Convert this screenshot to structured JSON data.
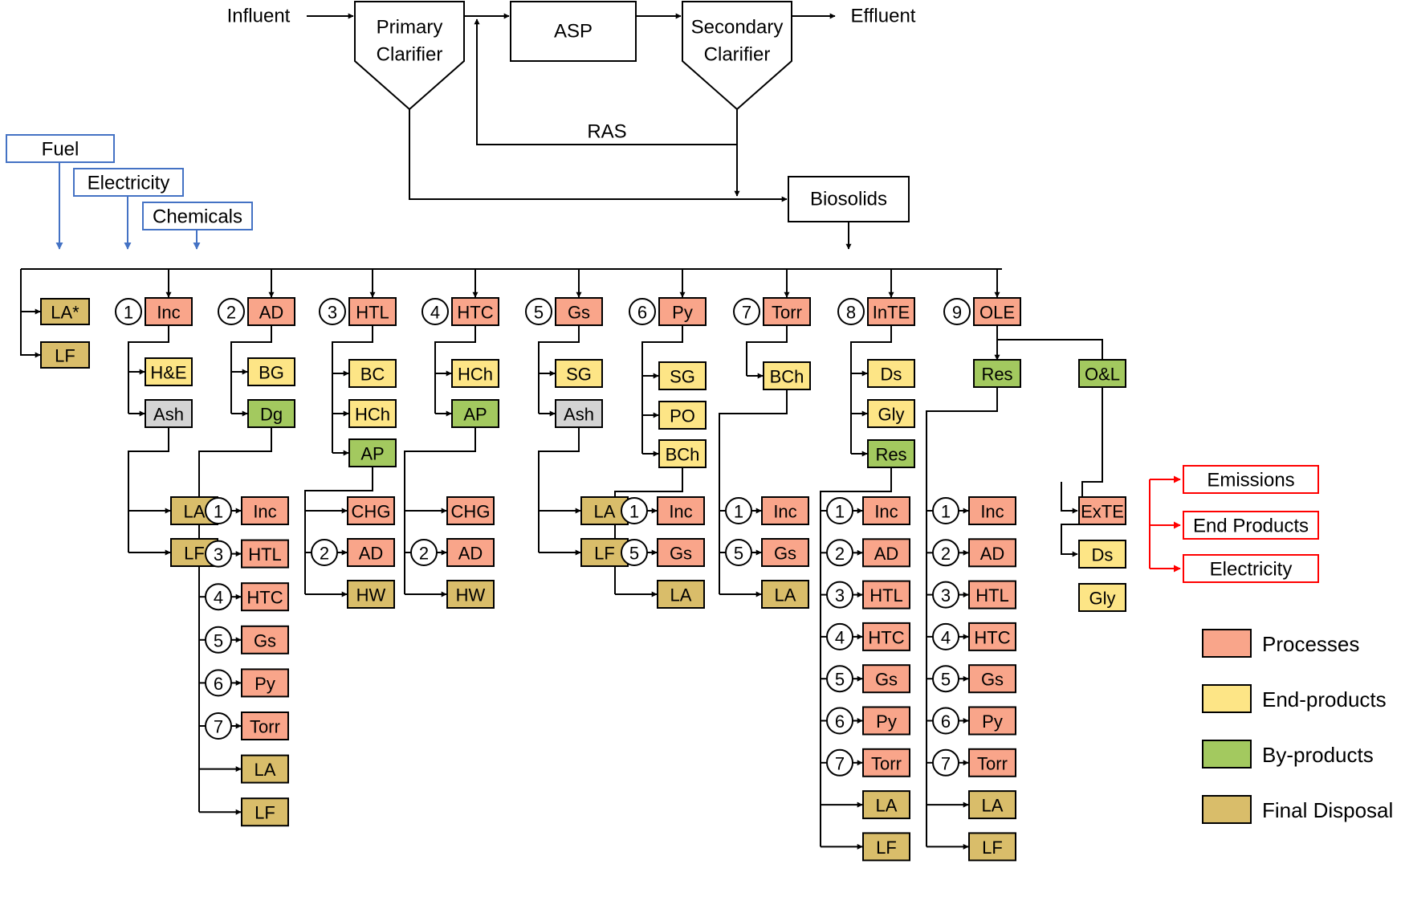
{
  "colors": {
    "process": "#f9a58a",
    "end_product": "#fde586",
    "by_product": "#a3c95f",
    "final_disposal": "#d9bd6a",
    "ash": "#d4d4d4",
    "input_blue": "#4472c4",
    "output_red": "#ff0000"
  },
  "treatment": {
    "influent": "Influent",
    "effluent": "Effluent",
    "primary_clarifier": "Primary\nClarifier",
    "asp": "ASP",
    "secondary_clarifier": "Secondary\nClarifier",
    "ras": "RAS",
    "biosolids": "Biosolids"
  },
  "inputs": [
    "Fuel",
    "Electricity",
    "Chemicals"
  ],
  "outputs": [
    "Emissions",
    "End Products",
    "Electricity"
  ],
  "direct_disposal": [
    "LA*",
    "LF"
  ],
  "pathways": [
    {
      "num": "1",
      "label": "Inc",
      "products": [
        "H&E",
        "Ash"
      ],
      "downstream": [
        "LA",
        "LF"
      ]
    },
    {
      "num": "2",
      "label": "AD",
      "products": [
        "BG",
        "Dg"
      ],
      "downstream": [
        "1 Inc",
        "3 HTL",
        "4 HTC",
        "5 Gs",
        "6 Py",
        "7 Torr",
        "LA",
        "LF"
      ]
    },
    {
      "num": "3",
      "label": "HTL",
      "products": [
        "BC",
        "HCh",
        "AP"
      ],
      "downstream": [
        "CHG",
        "2 AD",
        "HW"
      ]
    },
    {
      "num": "4",
      "label": "HTC",
      "products": [
        "HCh",
        "AP"
      ],
      "downstream": [
        "CHG",
        "2 AD",
        "HW"
      ]
    },
    {
      "num": "5",
      "label": "Gs",
      "products": [
        "SG",
        "Ash"
      ],
      "downstream": [
        "LA",
        "LF"
      ]
    },
    {
      "num": "6",
      "label": "Py",
      "products": [
        "SG",
        "PO",
        "BCh"
      ],
      "downstream": [
        "1 Inc",
        "5 Gs",
        "LA"
      ]
    },
    {
      "num": "7",
      "label": "Torr",
      "products": [
        "BCh"
      ],
      "downstream": [
        "1 Inc",
        "5 Gs",
        "LA"
      ]
    },
    {
      "num": "8",
      "label": "InTE",
      "products": [
        "Ds",
        "Gly",
        "Res"
      ],
      "downstream": [
        "1 Inc",
        "2 AD",
        "3 HTL",
        "4 HTC",
        "5 Gs",
        "6 Py",
        "7 Torr",
        "LA",
        "LF"
      ]
    },
    {
      "num": "9",
      "label": "OLE",
      "products": [
        "Res",
        "O&L"
      ],
      "downstream": [
        "1 Inc",
        "2 AD",
        "3 HTL",
        "4 HTC",
        "5 Gs",
        "6 Py",
        "7 Torr",
        "LA",
        "LF"
      ],
      "ole_downstream": [
        "ExTE",
        "Ds",
        "Gly"
      ]
    }
  ],
  "legend": [
    {
      "label": "Processes",
      "color": "#f9a58a"
    },
    {
      "label": "End-products",
      "color": "#fde586"
    },
    {
      "label": "By-products",
      "color": "#a3c95f"
    },
    {
      "label": "Final Disposal",
      "color": "#d9bd6a"
    }
  ]
}
